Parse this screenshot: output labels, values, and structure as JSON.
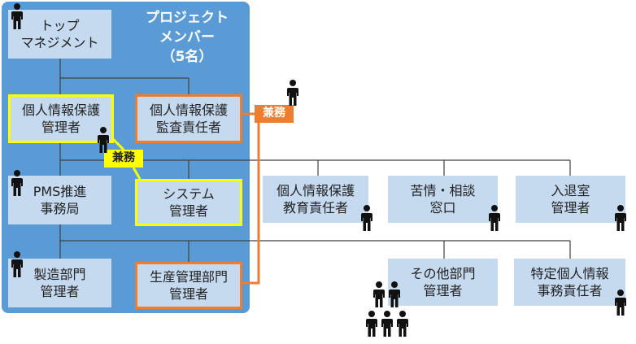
{
  "colors": {
    "panel": "#5b9bd5",
    "box_fill": "#c5d9ef",
    "highlight_yellow": "#ffff00",
    "highlight_orange": "#ed7d31",
    "connector": "#404040",
    "person": "#111111"
  },
  "panel": {
    "title": "プロジェクト\nメンバー\n（5名）"
  },
  "boxes": {
    "top_management": "トップ\nマネジメント",
    "privacy_manager": "個人情報保護\n管理者",
    "privacy_auditor": "個人情報保護\n監査責任者",
    "pms_office": "PMS推進\n事務局",
    "system_manager": "システム\n管理者",
    "manufacturing_manager": "製造部門\n管理者",
    "production_manager": "生産管理部門\n管理者",
    "education_officer": "個人情報保護\n教育責任者",
    "complaint_desk": "苦情・相談\n窓口",
    "room_access_manager": "入退室\n管理者",
    "other_dept_manager": "その他部門\n管理者",
    "specific_info_officer": "特定個人情報\n事務責任者"
  },
  "badges": {
    "concurrent_orange": "兼務",
    "concurrent_yellow": "兼務"
  },
  "icons": {
    "person": "person-icon"
  }
}
